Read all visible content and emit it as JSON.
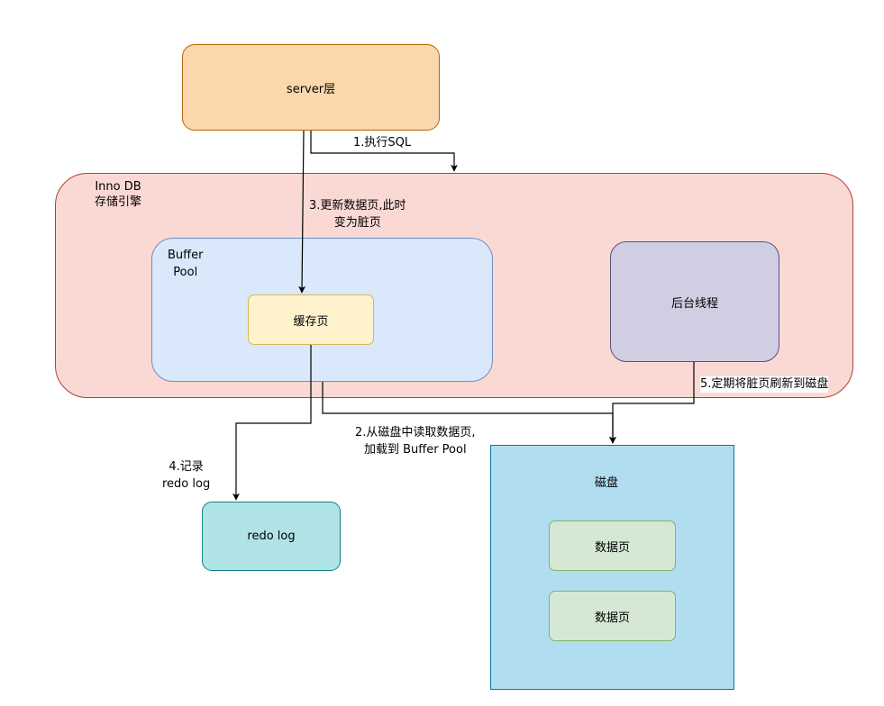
{
  "nodes": {
    "server": "server层",
    "innodb_line1": "Inno DB",
    "innodb_line2": "存储引擎",
    "buffer_pool_line1": "Buffer",
    "buffer_pool_line2": "Pool",
    "cache_page": "缓存页",
    "background_thread": "后台线程",
    "redo_log": "redo log",
    "disk": "磁盘",
    "data_page_1": "数据页",
    "data_page_2": "数据页"
  },
  "edges": {
    "step1": "1.执行SQL",
    "step2_line1": "2.从磁盘中读取数据页,",
    "step2_line2": "加载到 Buffer Pool",
    "step3_line1": "3.更新数据页,此时",
    "step3_line2": "变为脏页",
    "step4_line1": "4.记录",
    "step4_line2": "redo log",
    "step5": "5.定期将脏页刷新到磁盘"
  },
  "colors": {
    "server_fill": "#fad7ac",
    "server_stroke": "#b46504",
    "innodb_fill": "#fad9d5",
    "innodb_stroke": "#ae4132",
    "buffer_fill": "#dae8fc",
    "buffer_stroke": "#6c8ebf",
    "cache_fill": "#fff2cc",
    "cache_stroke": "#d6b656",
    "thread_fill": "#d0cee2",
    "thread_stroke": "#56517e",
    "redo_fill": "#b0e3e6",
    "redo_stroke": "#0e8088",
    "disk_fill": "#b1ddf0",
    "disk_stroke": "#10739e",
    "datapage_fill": "#d5e8d4",
    "datapage_stroke": "#82b366"
  }
}
